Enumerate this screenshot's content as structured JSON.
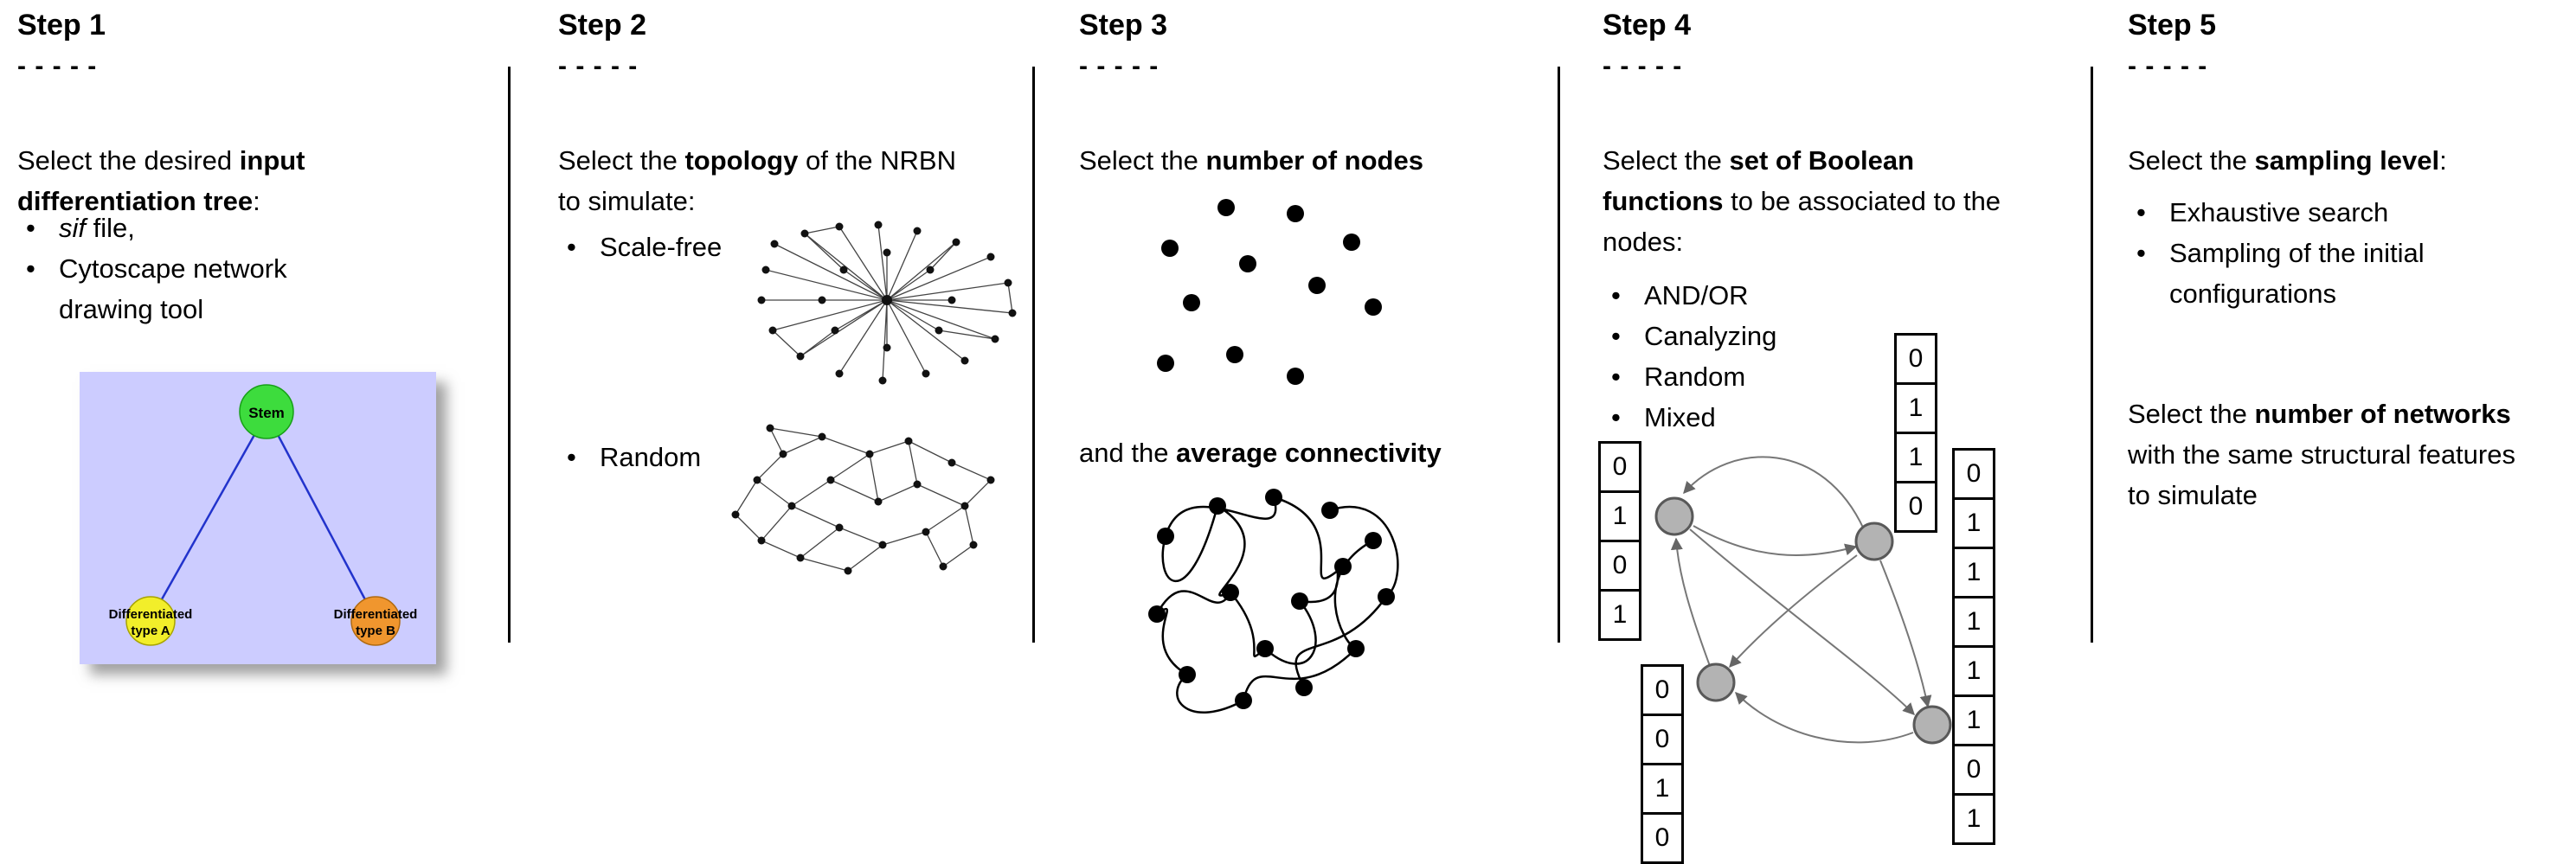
{
  "figure": {
    "background": "#ffffff"
  },
  "steps": [
    {
      "title": "Step 1",
      "dashes": "- - - - -",
      "intro": [
        "Select the desired ",
        "input differentiation tree",
        ":"
      ],
      "bullets": [
        {
          "italic": "sif",
          "text": " file,"
        },
        {
          "italic": "",
          "text": "Cytoscape network drawing tool"
        }
      ],
      "tree": {
        "background": "#ccccff",
        "edge_color": "#2233cc",
        "stem": {
          "label": "Stem",
          "color": "#3ddc3d"
        },
        "type_a": {
          "label_line1": "Differentiated",
          "label_line2": "type A",
          "color": "#f2ee2a"
        },
        "type_b": {
          "label_line1": "Differentiated",
          "label_line2": "type B",
          "color": "#f0962e"
        }
      }
    },
    {
      "title": "Step 2",
      "dashes": "- - - - -",
      "intro": [
        "Select the ",
        "topology",
        " of the NRBN to simulate:"
      ],
      "bullets": [
        {
          "italic": "",
          "text": "Scale-free"
        },
        {
          "italic": "",
          "text": "Random"
        }
      ]
    },
    {
      "title": "Step 3",
      "dashes": "- - - - -",
      "intro": [
        "Select the ",
        "number of nodes",
        ""
      ],
      "second_text": [
        "and the ",
        "average connectivity",
        ""
      ]
    },
    {
      "title": "Step 4",
      "dashes": "- - - - -",
      "intro": [
        "Select the ",
        "set of Boolean functions",
        " to be associated to the nodes:"
      ],
      "bullets": [
        {
          "italic": "",
          "text": "AND/OR"
        },
        {
          "italic": "",
          "text": "Canalyzing"
        },
        {
          "italic": "",
          "text": "Random"
        },
        {
          "italic": "",
          "text": "Mixed"
        }
      ],
      "truth_tables": {
        "top": [
          "0",
          "1",
          "1",
          "0"
        ],
        "left": [
          "0",
          "1",
          "0",
          "1"
        ],
        "bottom_left": [
          "0",
          "0",
          "1",
          "0"
        ],
        "right": [
          "0",
          "1",
          "1",
          "1",
          "1",
          "1",
          "0",
          "1"
        ]
      },
      "node_color": "#b3b3b3",
      "edge_color": "#777777"
    },
    {
      "title": "Step 5",
      "dashes": "- - - - -",
      "intro": [
        "Select the ",
        "sampling level",
        ":"
      ],
      "bullets": [
        {
          "italic": "",
          "text": "Exhaustive search"
        },
        {
          "italic": "",
          "text": "Sampling of the initial configurations"
        }
      ],
      "second_text": [
        "Select the ",
        "number of networks",
        " with the same structural features to simulate"
      ]
    }
  ]
}
